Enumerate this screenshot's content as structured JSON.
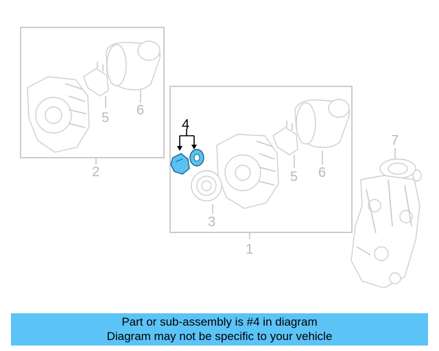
{
  "colors": {
    "banner": "#5cc3f7",
    "highlight": "#58c3f3",
    "line_art": "#c8c8c8",
    "callout_text": "#b9b9b9"
  },
  "callouts": {
    "c1": "1",
    "c2": "2",
    "c3": "3",
    "c4": "4",
    "c5a": "5",
    "c5b": "5",
    "c6a": "6",
    "c6b": "6",
    "c7": "7"
  },
  "highlighted_part": "4",
  "banner": {
    "line1": "Part or sub-assembly is #4 in diagram",
    "line2": "Diagram may not be specific to your vehicle"
  }
}
